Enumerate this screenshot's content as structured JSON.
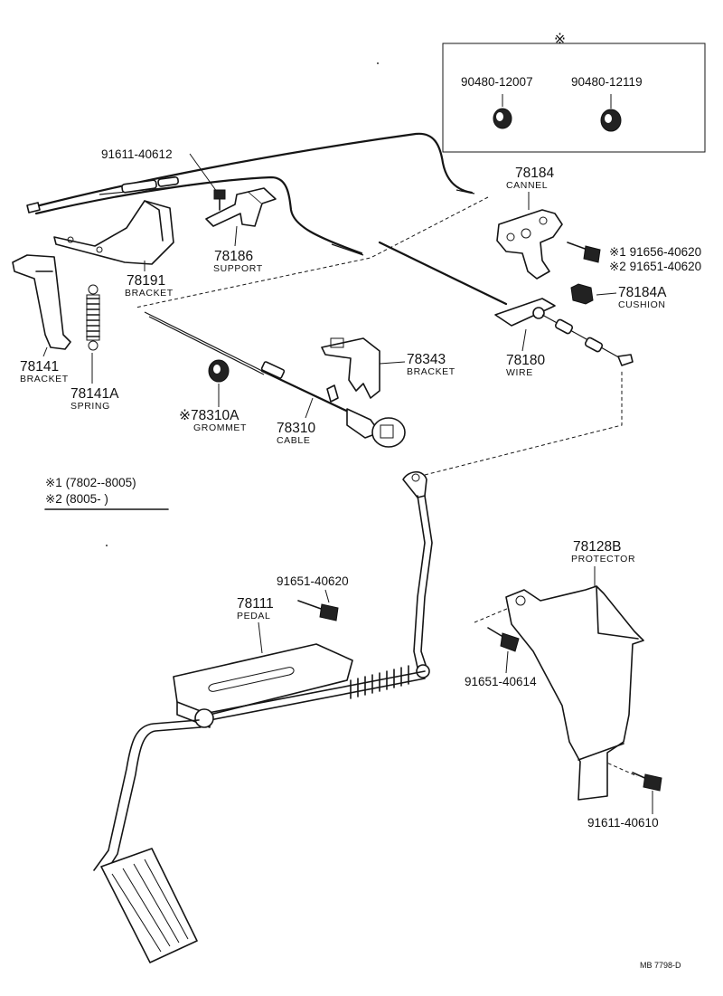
{
  "header_symbol": "※",
  "inset": {
    "left_part": "90480-12007",
    "right_part": "90480-12119"
  },
  "parts": {
    "p91611_40612": "91611-40612",
    "p78184": "78184",
    "n78184": "CANNEL",
    "p91656_40620": "※1 91656-40620",
    "p91651_40620_top": "※2 91651-40620",
    "p78184A": "78184A",
    "n78184A": "CUSHION",
    "p78186": "78186",
    "n78186": "SUPPORT",
    "p78191": "78191",
    "n78191": "BRACKET",
    "p78141": "78141",
    "n78141": "BRACKET",
    "p78141A": "78141A",
    "n78141A": "SPRING",
    "p78343": "78343",
    "n78343": "BRACKET",
    "p78180": "78180",
    "n78180": "WIRE",
    "p78310A": "※78310A",
    "n78310A": "GROMMET",
    "p78310": "78310",
    "n78310": "CABLE",
    "p78128B": "78128B",
    "n78128B": "PROTECTOR",
    "p91651_40620": "91651-40620",
    "p78111": "78111",
    "n78111": "PEDAL",
    "p91651_40614": "91651-40614",
    "p91611_40610": "91611-40610"
  },
  "notes": {
    "note1": "※1 (7802--8005)",
    "note2": "※2 (8005-       )"
  },
  "footer_code": "MB 7798-D"
}
